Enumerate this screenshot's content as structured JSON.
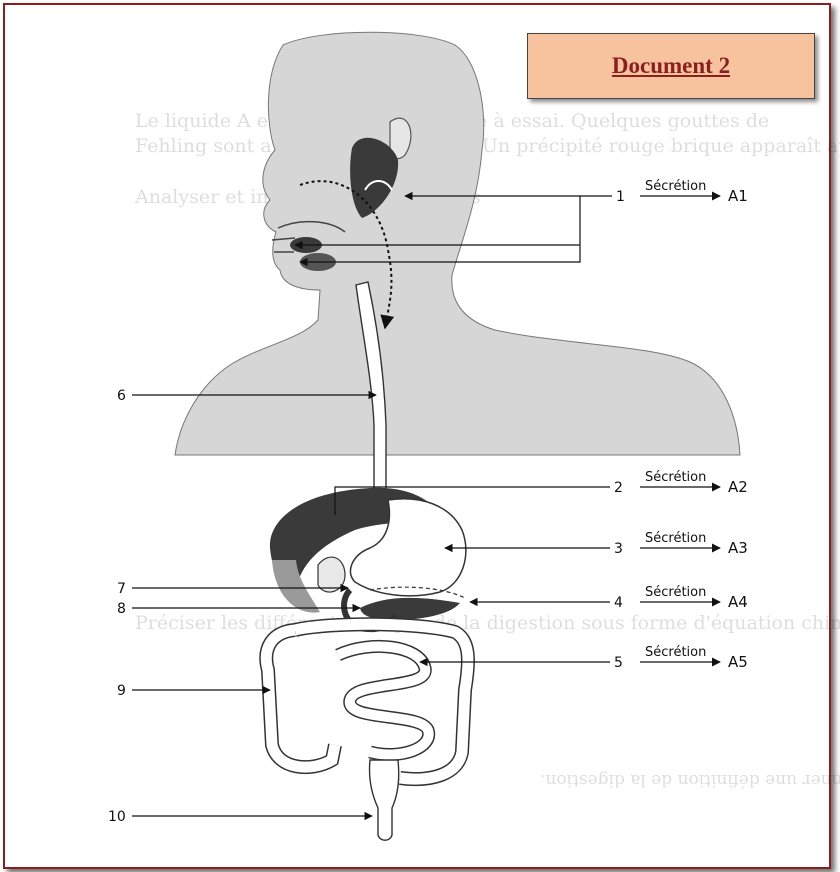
{
  "document_label": "Document 2",
  "background_text": {
    "line1": "Le liquide A est prélevé dans le tube à essai. Quelques gouttes de",
    "line2": "Fehling sont ajoutées dans ce tube. Un précipité rouge brique apparaît après chauffage",
    "line3": "Analyser et interpréter les résultats",
    "line4": "Préciser les différentes étapes de la digestion sous forme d'équation chimique.",
    "line5": "Donner une définition de la digestion."
  },
  "labels": {
    "n1": "1",
    "n2": "2",
    "n3": "3",
    "n4": "4",
    "n5": "5",
    "n6": "6",
    "n7": "7",
    "n8": "8",
    "n9": "9",
    "n10": "10"
  },
  "secretions": {
    "s1": {
      "word": "Sécrétion",
      "product": "A1"
    },
    "s2": {
      "word": "Sécrétion",
      "product": "A2"
    },
    "s3": {
      "word": "Sécrétion",
      "product": "A3"
    },
    "s4": {
      "word": "Sécrétion",
      "product": "A4"
    },
    "s5": {
      "word": "Sécrétion",
      "product": "A5"
    }
  },
  "colors": {
    "silhouette": "#d6d6d6",
    "dark_organ": "#3a3a3a",
    "mid_organ": "#8f8f8f",
    "frame": "#8a1f1f",
    "label_box": "#f7c39f"
  }
}
